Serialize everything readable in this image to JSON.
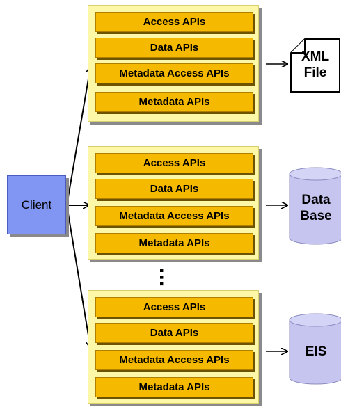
{
  "client": {
    "label": "Client"
  },
  "stacks": [
    {
      "apis": [
        "Access APIs",
        "Data APIs",
        "Metadata Access APIs",
        "Metadata APIs"
      ],
      "target": "XML File"
    },
    {
      "apis": [
        "Access APIs",
        "Data APIs",
        "Metadata Access APIs",
        "Metadata APIs"
      ],
      "target": "Data Base"
    },
    {
      "apis": [
        "Access APIs",
        "Data APIs",
        "Metadata Access APIs",
        "Metadata APIs"
      ],
      "target": "EIS"
    }
  ],
  "ellipsis": "⋮",
  "colors": {
    "stack_bg": "#fdf7a8",
    "api_box": "#f5b900",
    "client": "#8096f2",
    "cylinder": "#c5c5ef"
  },
  "icons": {
    "xml_file": "document-folded-corner-icon",
    "data_base": "cylinder-database-icon",
    "eis": "cylinder-database-icon"
  }
}
